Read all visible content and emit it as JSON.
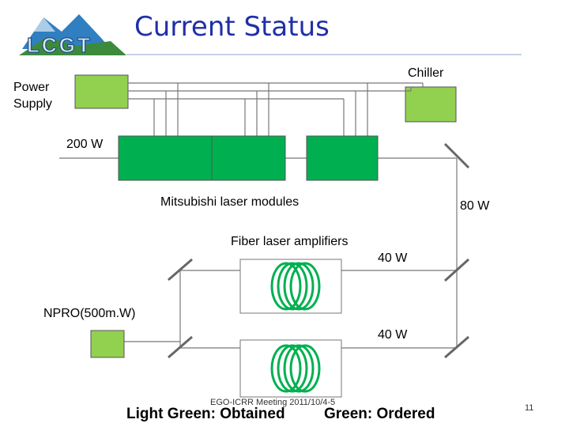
{
  "slide": {
    "title": "Current Status",
    "logo_text": "LCGT"
  },
  "labels": {
    "power_supply": "Power\nSupply",
    "chiller": "Chiller",
    "power_200w": "200 W",
    "mitsubishi": "Mitsubishi laser modules",
    "power_80w": "80 W",
    "fiber_amps": "Fiber laser amplifiers",
    "power_40w_top": "40 W",
    "npro": "NPRO(500m.W)",
    "power_40w_bottom": "40 W"
  },
  "footer": {
    "legend_obtained": "Light Green: Obtained",
    "meeting": "EGO-ICRR Meeting 2011/10/4-5",
    "legend_ordered": "Green: Ordered",
    "page_number": "11"
  },
  "colors": {
    "title_blue": "#1f2fa8",
    "ordered_green": "#00b050",
    "obtained_green": "#92d050",
    "logo_blue": "#2f7fc1",
    "logo_green": "#3c8a3c"
  }
}
